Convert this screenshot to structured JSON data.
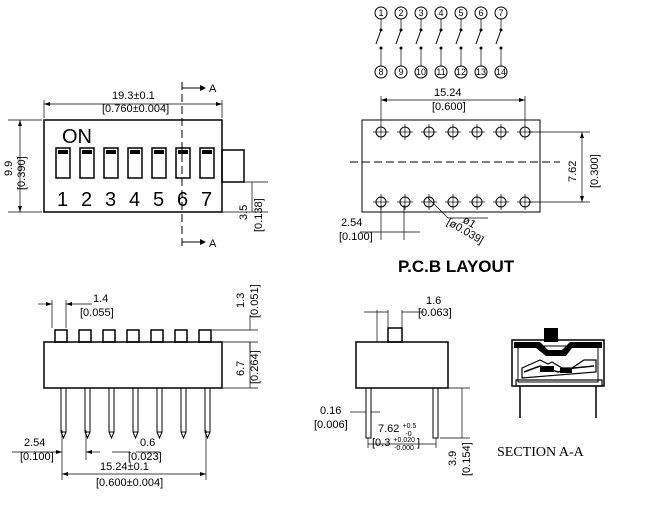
{
  "top_view": {
    "width_dim": "19.3±0.1",
    "width_dim_in": "[0.760±0.004]",
    "height_dim": "9.9",
    "height_dim_in": "[0.390]",
    "offset_dim": "3.5",
    "offset_dim_in": "[0.138]",
    "on_label": "ON",
    "section_marker": "A",
    "switch_numbers": [
      "1",
      "2",
      "3",
      "4",
      "5",
      "6",
      "7"
    ]
  },
  "schematic": {
    "top_pins": [
      "1",
      "2",
      "3",
      "4",
      "5",
      "6",
      "7"
    ],
    "bottom_pins": [
      "8",
      "9",
      "10",
      "11",
      "12",
      "13",
      "14"
    ]
  },
  "pcb_layout": {
    "title": "P.C.B LAYOUT",
    "span_dim": "15.24",
    "span_dim_in": "[0.600]",
    "row_dim": "7.62",
    "row_dim_in": "[0.300]",
    "pitch_dim": "2.54",
    "pitch_dim_in": "[0.100]",
    "hole_dim": "ø1",
    "hole_dim_in": "[ø0.039]"
  },
  "front_view": {
    "lead_dim": "1.4",
    "lead_dim_in": "[0.055]",
    "actuator_dim": "1.3",
    "actuator_dim_in": "[0.051]",
    "body_dim": "6.7",
    "body_dim_in": "[0.264]",
    "pitch_dim": "2.54",
    "pitch_dim_in": "[0.100]",
    "pin_dim": "0.6",
    "pin_dim_in": "[0.023]",
    "span_dim": "15.24±0.1",
    "span_dim_in": "[0.600±0.004]"
  },
  "side_view": {
    "top_dim": "1.6",
    "top_dim_in": "[0.063]",
    "thick_dim": "0.16",
    "thick_dim_in": "[0.006]",
    "row_dim": "7.62",
    "row_tol_plus": "+0.5",
    "row_tol_minus": "-0",
    "row_dim_in": "[0.3",
    "row_tol_in_plus": "+0.020",
    "row_tol_in_minus": "-0.000",
    "row_dim_in_end": "]",
    "lead_dim": "3.9",
    "lead_dim_in": "[0.154]"
  },
  "section": {
    "label": "SECTION A-A"
  }
}
